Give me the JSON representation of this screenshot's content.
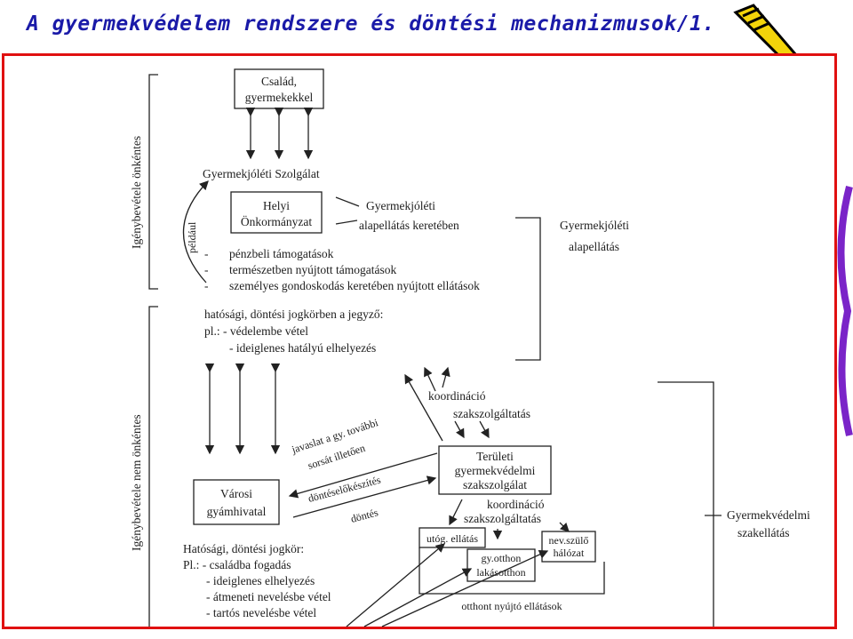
{
  "title": "A gyermekvédelem rendszere és döntési mechanizmusok/1.",
  "diagram": {
    "side_labels": {
      "voluntary": "Igénybevétele önkéntes",
      "not_voluntary": "Igénybevétele nem önkéntes",
      "example": "például"
    },
    "family_box": [
      "Család,",
      "gyermekekkel"
    ],
    "service": "Gyermekjóléti Szolgálat",
    "local_gov_box": [
      "Helyi",
      "Önkormányzat"
    ],
    "basic_care_note": [
      "Gyermekjóléti",
      "alapellátás keretében"
    ],
    "basic_care_right": [
      "Gyermekjóléti",
      "alapellátás"
    ],
    "support_list": [
      "pénzbeli támogatások",
      "természetben nyújtott támogatások",
      "személyes gondoskodás keretében nyújtott ellátások"
    ],
    "notary": [
      "hatósági, döntési jogkörben a jegyző:",
      "pl.: - védelembe vétel",
      "- ideiglenes hatályú elhelyezés"
    ],
    "coordination_top": [
      "koordináció",
      "szakszolgáltatás"
    ],
    "regional_box": [
      "Területi",
      "gyermekvédelmi",
      "szakszolgálat"
    ],
    "proposal": [
      "javaslat a gy. további",
      "sorsát illetően"
    ],
    "decision_prep": "döntéselőkészítés",
    "decision": "döntés",
    "guardianship_box": [
      "Városi",
      "gyámhivatal"
    ],
    "coordination_bottom": [
      "koordináció",
      "szakszolgáltatás"
    ],
    "aftercare_box": "utóg. ellátás",
    "foster_parent_box": [
      "nev.szülő",
      "hálózat"
    ],
    "children_home_box": [
      "gy.otthon",
      "lakásotthon"
    ],
    "specialist_care_right": [
      "Gyermekvédelmi",
      "szakellátás"
    ],
    "authority": [
      "Hatósági, döntési jogkör:",
      "Pl.: - családba fogadás",
      "- ideiglenes elhelyezés",
      "- átmeneti nevelésbe vétel",
      "- tartós nevelésbe vétel"
    ],
    "home_care": "otthont nyújtó ellátások"
  }
}
